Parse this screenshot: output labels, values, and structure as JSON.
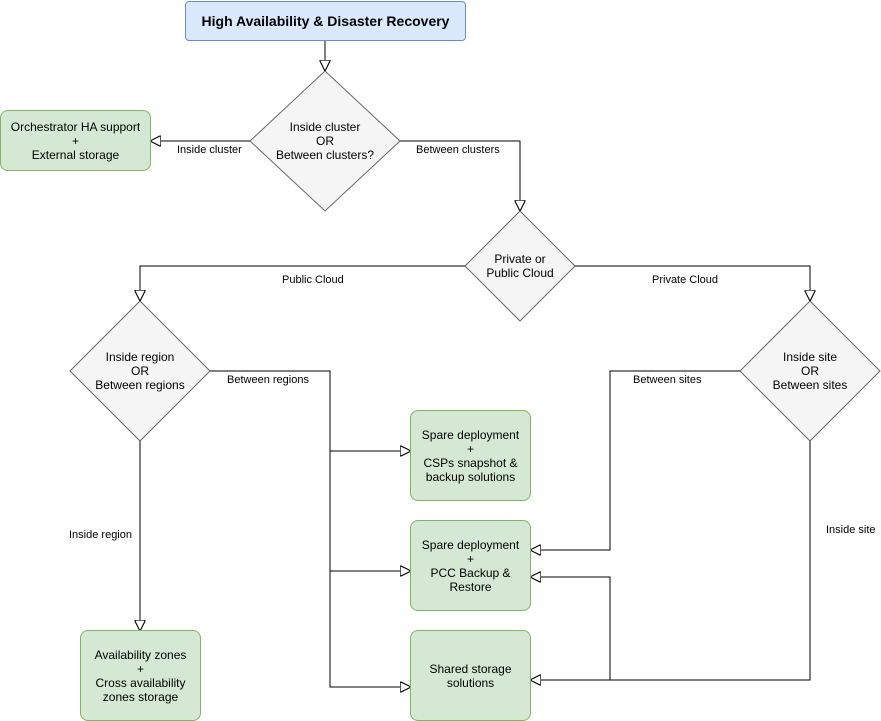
{
  "title": "High Availability & Disaster Recovery",
  "decisions": {
    "cluster": [
      "Inside cluster",
      "OR",
      "Between clusters?"
    ],
    "cloud": [
      "Private or",
      "Public Cloud"
    ],
    "region": [
      "Inside region",
      "OR",
      "Between regions"
    ],
    "site": [
      "Inside site",
      "OR",
      "Between sites"
    ]
  },
  "outcomes": {
    "orchestrator": [
      "Orchestrator HA support",
      "+",
      "External storage"
    ],
    "csp_snapshot": [
      "Spare deployment",
      "+",
      "CSPs snapshot &",
      "backup solutions"
    ],
    "pcc_backup": [
      "Spare deployment",
      "+",
      "PCC Backup &",
      "Restore"
    ],
    "shared_storage": [
      "Shared storage",
      "solutions"
    ],
    "availability_zones": [
      "Availability zones",
      "+",
      "Cross availability",
      "zones storage"
    ]
  },
  "edge_labels": {
    "inside_cluster": "Inside cluster",
    "between_clusters": "Between clusters",
    "public_cloud": "Public Cloud",
    "private_cloud": "Private Cloud",
    "between_regions": "Between regions",
    "inside_region": "Inside region",
    "between_sites": "Between sites",
    "inside_site": "Inside site"
  },
  "colors": {
    "title_fill": "#dae8fc",
    "title_stroke": "#6c8ebf",
    "outcome_fill": "#d5e8d4",
    "outcome_stroke": "#82b366",
    "decision_fill": "#f5f5f5",
    "decision_stroke": "#666666",
    "edge": "#000000"
  }
}
